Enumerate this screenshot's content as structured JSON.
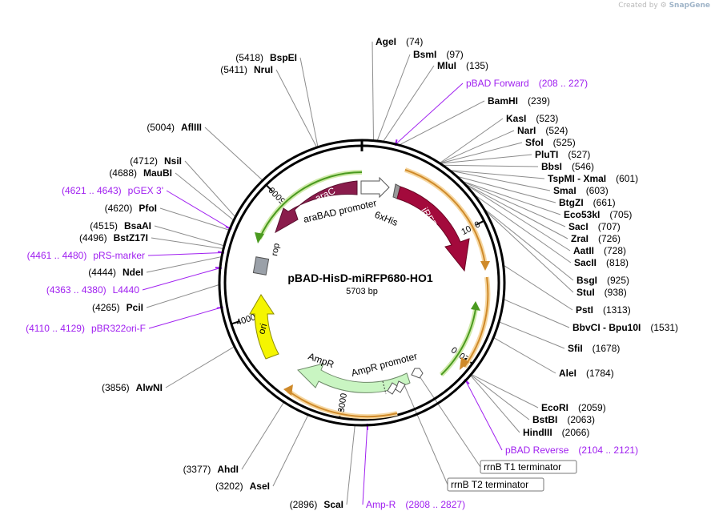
{
  "credit": {
    "created_by": "Created by",
    "brand": "SnapGene"
  },
  "plasmid": {
    "name": "pBAD-HisD-miRFP680-HO1",
    "size_label": "5703 bp",
    "length": 5703
  },
  "colors": {
    "enzyme": "#000000",
    "primer": "#a020f0",
    "araC": "#8a1c4c",
    "irfp": "#a30a3c",
    "ampR": "#c9f5c2",
    "ori": "#f5f500",
    "orange_arc": "#e8a33a",
    "green_arc": "#5ab02c"
  },
  "tick_labels": [
    {
      "text": "1000",
      "bp": 1000
    },
    {
      "text": "2000",
      "bp": 2000
    },
    {
      "text": "3000",
      "bp": 3000
    },
    {
      "text": "4000",
      "bp": 4000
    },
    {
      "text": "5000",
      "bp": 5000
    }
  ],
  "features": [
    {
      "label": "araC",
      "kind": "araC",
      "label_on_arc": true
    },
    {
      "label": "araBAD promoter",
      "kind": "promoter"
    },
    {
      "label": "6xHis",
      "kind": "his"
    },
    {
      "label": "iRFP713",
      "kind": "irfp",
      "label_on_arc": true
    },
    {
      "label": "AmpR",
      "kind": "ampR"
    },
    {
      "label": "AmpR promoter",
      "kind": "promoter"
    },
    {
      "label": "ori",
      "kind": "ori"
    },
    {
      "label": "rop",
      "kind": "rop"
    }
  ],
  "terminators": [
    {
      "label": "rrnB T1 terminator"
    },
    {
      "label": "rrnB T2 terminator"
    }
  ],
  "enzymes": [
    {
      "name": "AgeI",
      "pos": "(74)",
      "side": "right"
    },
    {
      "name": "BsmI",
      "pos": "(97)",
      "side": "right"
    },
    {
      "name": "MluI",
      "pos": "(135)",
      "side": "right"
    },
    {
      "name": "pBAD Forward",
      "pos": "(208 .. 227)",
      "side": "right",
      "primer": true
    },
    {
      "name": "BamHI",
      "pos": "(239)",
      "side": "right"
    },
    {
      "name": "KasI",
      "pos": "(523)",
      "side": "right"
    },
    {
      "name": "NarI",
      "pos": "(524)",
      "side": "right"
    },
    {
      "name": "SfoI",
      "pos": "(525)",
      "side": "right"
    },
    {
      "name": "PluTI",
      "pos": "(527)",
      "side": "right"
    },
    {
      "name": "BbsI",
      "pos": "(546)",
      "side": "right"
    },
    {
      "name": "TspMI - XmaI",
      "pos": "(601)",
      "side": "right"
    },
    {
      "name": "SmaI",
      "pos": "(603)",
      "side": "right"
    },
    {
      "name": "BtgZI",
      "pos": "(661)",
      "side": "right"
    },
    {
      "name": "Eco53kI",
      "pos": "(705)",
      "side": "right"
    },
    {
      "name": "SacI",
      "pos": "(707)",
      "side": "right"
    },
    {
      "name": "ZraI",
      "pos": "(726)",
      "side": "right"
    },
    {
      "name": "AatII",
      "pos": "(728)",
      "side": "right"
    },
    {
      "name": "SacII",
      "pos": "(818)",
      "side": "right"
    },
    {
      "name": "BsgI",
      "pos": "(925)",
      "side": "right"
    },
    {
      "name": "StuI",
      "pos": "(938)",
      "side": "right"
    },
    {
      "name": "PstI",
      "pos": "(1313)",
      "side": "right"
    },
    {
      "name": "BbvCI - Bpu10I",
      "pos": "(1531)",
      "side": "right"
    },
    {
      "name": "SfiI",
      "pos": "(1678)",
      "side": "right"
    },
    {
      "name": "AleI",
      "pos": "(1784)",
      "side": "right"
    },
    {
      "name": "EcoRI",
      "pos": "(2059)",
      "side": "right"
    },
    {
      "name": "BstBI",
      "pos": "(2063)",
      "side": "right"
    },
    {
      "name": "HindIII",
      "pos": "(2066)",
      "side": "right"
    },
    {
      "name": "pBAD Reverse",
      "pos": "(2104 .. 2121)",
      "side": "right",
      "primer": true
    },
    {
      "name": "Amp-R",
      "pos": "(2808 .. 2827)",
      "side": "right",
      "primer": true
    },
    {
      "name": "ScaI",
      "pos": "(2896)",
      "side": "left"
    },
    {
      "name": "AseI",
      "pos": "(3202)",
      "side": "left"
    },
    {
      "name": "AhdI",
      "pos": "(3377)",
      "side": "left"
    },
    {
      "name": "AlwNI",
      "pos": "(3856)",
      "side": "left"
    },
    {
      "name": "pBR322ori-F",
      "pos": "(4110 .. 4129)",
      "side": "left",
      "primer": true
    },
    {
      "name": "PciI",
      "pos": "(4265)",
      "side": "left"
    },
    {
      "name": "L4440",
      "pos": "(4363 .. 4380)",
      "side": "left",
      "primer": true
    },
    {
      "name": "NdeI",
      "pos": "(4444)",
      "side": "left"
    },
    {
      "name": "pRS-marker",
      "pos": "(4461 .. 4480)",
      "side": "left",
      "primer": true
    },
    {
      "name": "BstZ17I",
      "pos": "(4496)",
      "side": "left"
    },
    {
      "name": "BsaAI",
      "pos": "(4515)",
      "side": "left"
    },
    {
      "name": "PfoI",
      "pos": "(4620)",
      "side": "left"
    },
    {
      "name": "pGEX 3'",
      "pos": "(4621 .. 4643)",
      "side": "left",
      "primer": true
    },
    {
      "name": "MauBI",
      "pos": "(4688)",
      "side": "left"
    },
    {
      "name": "NsiI",
      "pos": "(4712)",
      "side": "left"
    },
    {
      "name": "AflIII",
      "pos": "(5004)",
      "side": "left"
    },
    {
      "name": "NruI",
      "pos": "(5411)",
      "side": "left"
    },
    {
      "name": "BspEI",
      "pos": "(5418)",
      "side": "left"
    }
  ]
}
